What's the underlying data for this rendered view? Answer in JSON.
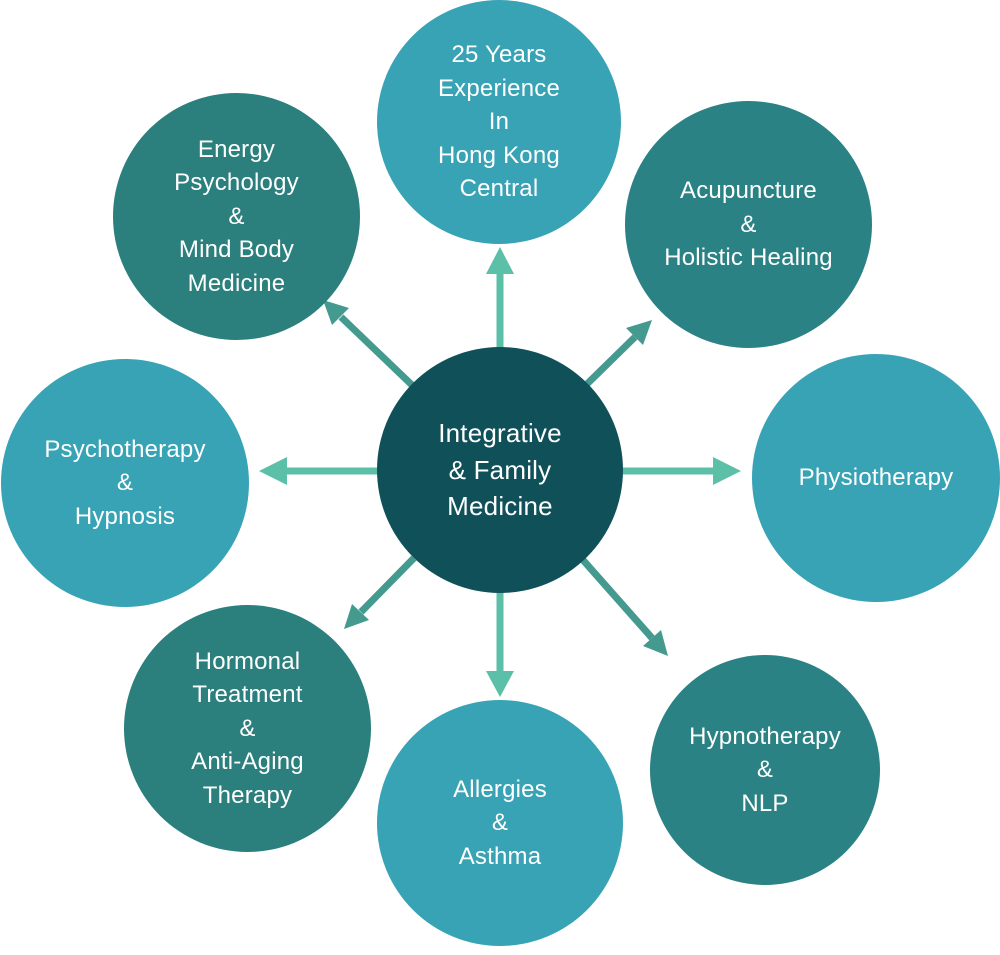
{
  "diagram_title": "Integrative & Family Medicine",
  "colors": {
    "background": "#ffffff",
    "text": "#ffffff",
    "arrow_straight": "#5cbfa7",
    "arrow_diagonal": "#449a8e"
  },
  "center": {
    "id": "integrative-family-medicine",
    "label": "Integrative\n& Family\nMedicine",
    "fill": "#0f5059"
  },
  "nodes": [
    {
      "id": "experience",
      "label": "25 Years\nExperience\nIn\nHong Kong\nCentral",
      "fill": "#38a3b5"
    },
    {
      "id": "acupuncture",
      "label": "Acupuncture\n&\nHolistic Healing",
      "fill": "#2b8284"
    },
    {
      "id": "physiotherapy",
      "label": "Physiotherapy",
      "fill": "#38a3b5"
    },
    {
      "id": "hypnotherapy",
      "label": "Hypnotherapy\n&\nNLP",
      "fill": "#2b8284"
    },
    {
      "id": "allergies",
      "label": "Allergies\n&\nAsthma",
      "fill": "#38a3b5"
    },
    {
      "id": "hormonal",
      "label": "Hormonal\nTreatment\n&\nAnti-Aging\nTherapy",
      "fill": "#2b7f7c"
    },
    {
      "id": "psychotherapy",
      "label": "Psychotherapy\n&\nHypnosis",
      "fill": "#38a3b5"
    },
    {
      "id": "energy",
      "label": "Energy\nPsychology\n&\nMind Body\nMedicine",
      "fill": "#2b7f7c"
    }
  ]
}
